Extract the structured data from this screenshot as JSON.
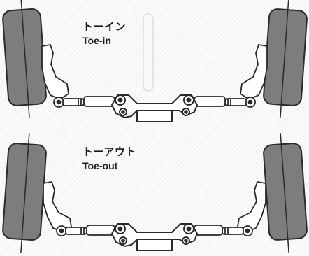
{
  "panels": [
    {
      "label_jp": "トーイン",
      "label_en": "Toe-in"
    },
    {
      "label_jp": "トーアウト",
      "label_en": "Toe-out"
    }
  ],
  "colors": {
    "tire": "#7d7d7d",
    "line": "#2a2a2a",
    "background": "#fbfbfb",
    "metal": "#ffffff"
  }
}
